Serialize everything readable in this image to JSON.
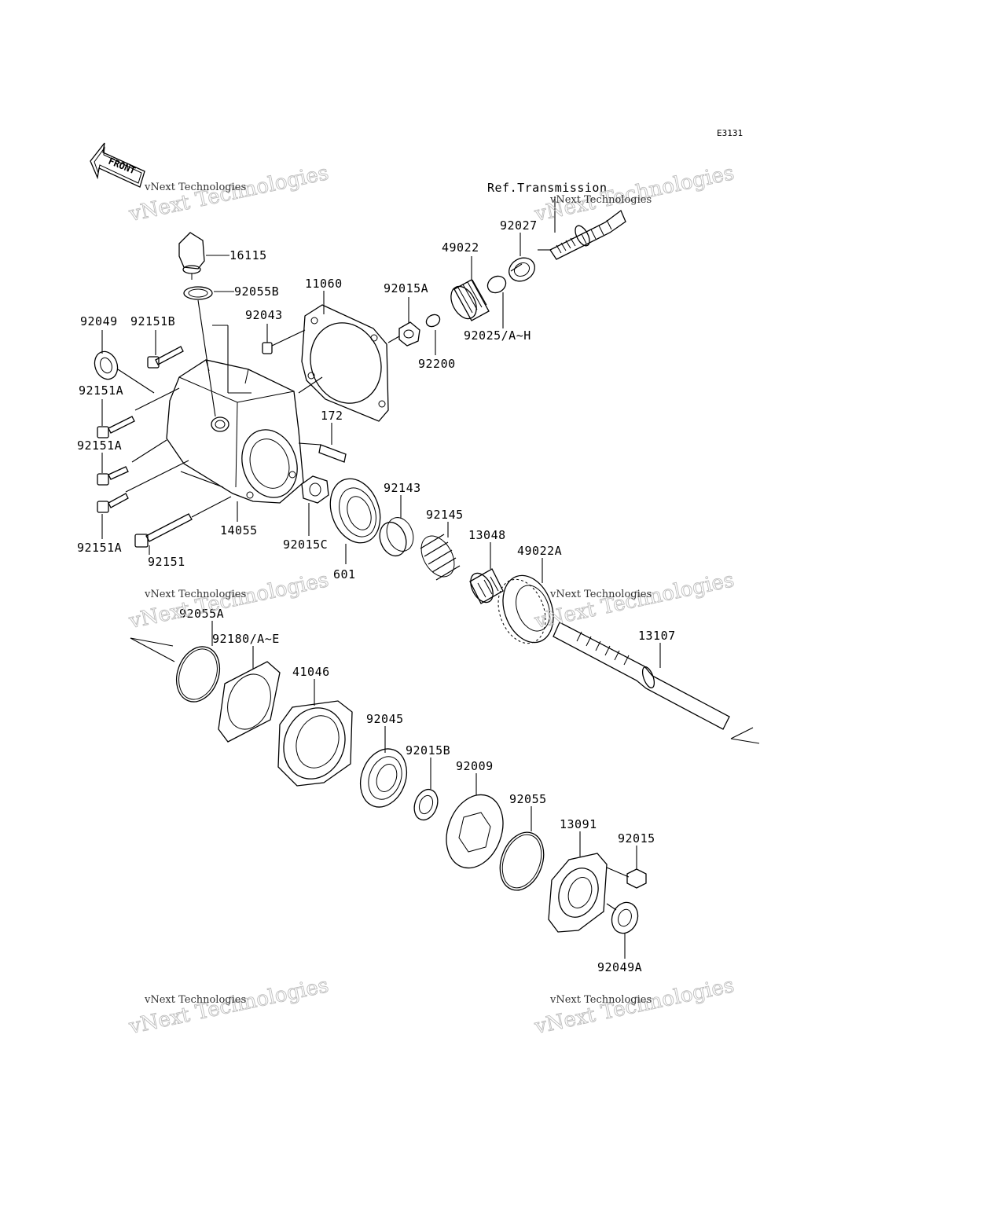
{
  "diagram_code": "E3131",
  "front_label": "FRONT",
  "ref_note": "Ref.Transmission",
  "parts": [
    {
      "id": "16115"
    },
    {
      "id": "92055B"
    },
    {
      "id": "11060"
    },
    {
      "id": "92043"
    },
    {
      "id": "92049"
    },
    {
      "id": "92151B"
    },
    {
      "id": "92151A"
    },
    {
      "id": "92151A"
    },
    {
      "id": "92151A"
    },
    {
      "id": "92151"
    },
    {
      "id": "14055"
    },
    {
      "id": "172"
    },
    {
      "id": "92015A"
    },
    {
      "id": "92200"
    },
    {
      "id": "49022"
    },
    {
      "id": "92025/A~H"
    },
    {
      "id": "92027"
    },
    {
      "id": "92015C"
    },
    {
      "id": "601"
    },
    {
      "id": "92143"
    },
    {
      "id": "92145"
    },
    {
      "id": "13048"
    },
    {
      "id": "49022A"
    },
    {
      "id": "13107"
    },
    {
      "id": "92055A"
    },
    {
      "id": "92180/A~E"
    },
    {
      "id": "41046"
    },
    {
      "id": "92045"
    },
    {
      "id": "92015B"
    },
    {
      "id": "92009"
    },
    {
      "id": "92055"
    },
    {
      "id": "13091"
    },
    {
      "id": "92015"
    },
    {
      "id": "92049A"
    }
  ],
  "watermark": {
    "small": "vNext Technologies",
    "large": "vNext Technologies"
  }
}
